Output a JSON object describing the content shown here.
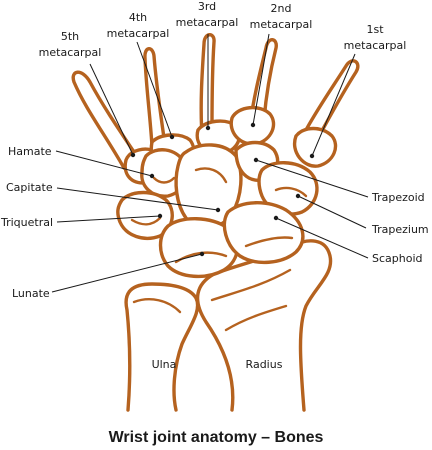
{
  "diagram": {
    "title": "Wrist joint anatomy – Bones",
    "stroke_color": "#b5621f",
    "labels": {
      "metacarpal_5_line1": "5th",
      "metacarpal_5_line2": "metacarpal",
      "metacarpal_4_line1": "4th",
      "metacarpal_4_line2": "metacarpal",
      "metacarpal_3_line1": "3rd",
      "metacarpal_3_line2": "metacarpal",
      "metacarpal_2_line1": "2nd",
      "metacarpal_2_line2": "metacarpal",
      "metacarpal_1_line1": "1st",
      "metacarpal_1_line2": "metacarpal",
      "hamate": "Hamate",
      "capitate": "Capitate",
      "triquetral": "Triquetral",
      "lunate": "Lunate",
      "trapezoid": "Trapezoid",
      "trapezium": "Trapezium",
      "scaphoid": "Scaphoid",
      "ulna": "Ulna",
      "radius": "Radius"
    }
  }
}
